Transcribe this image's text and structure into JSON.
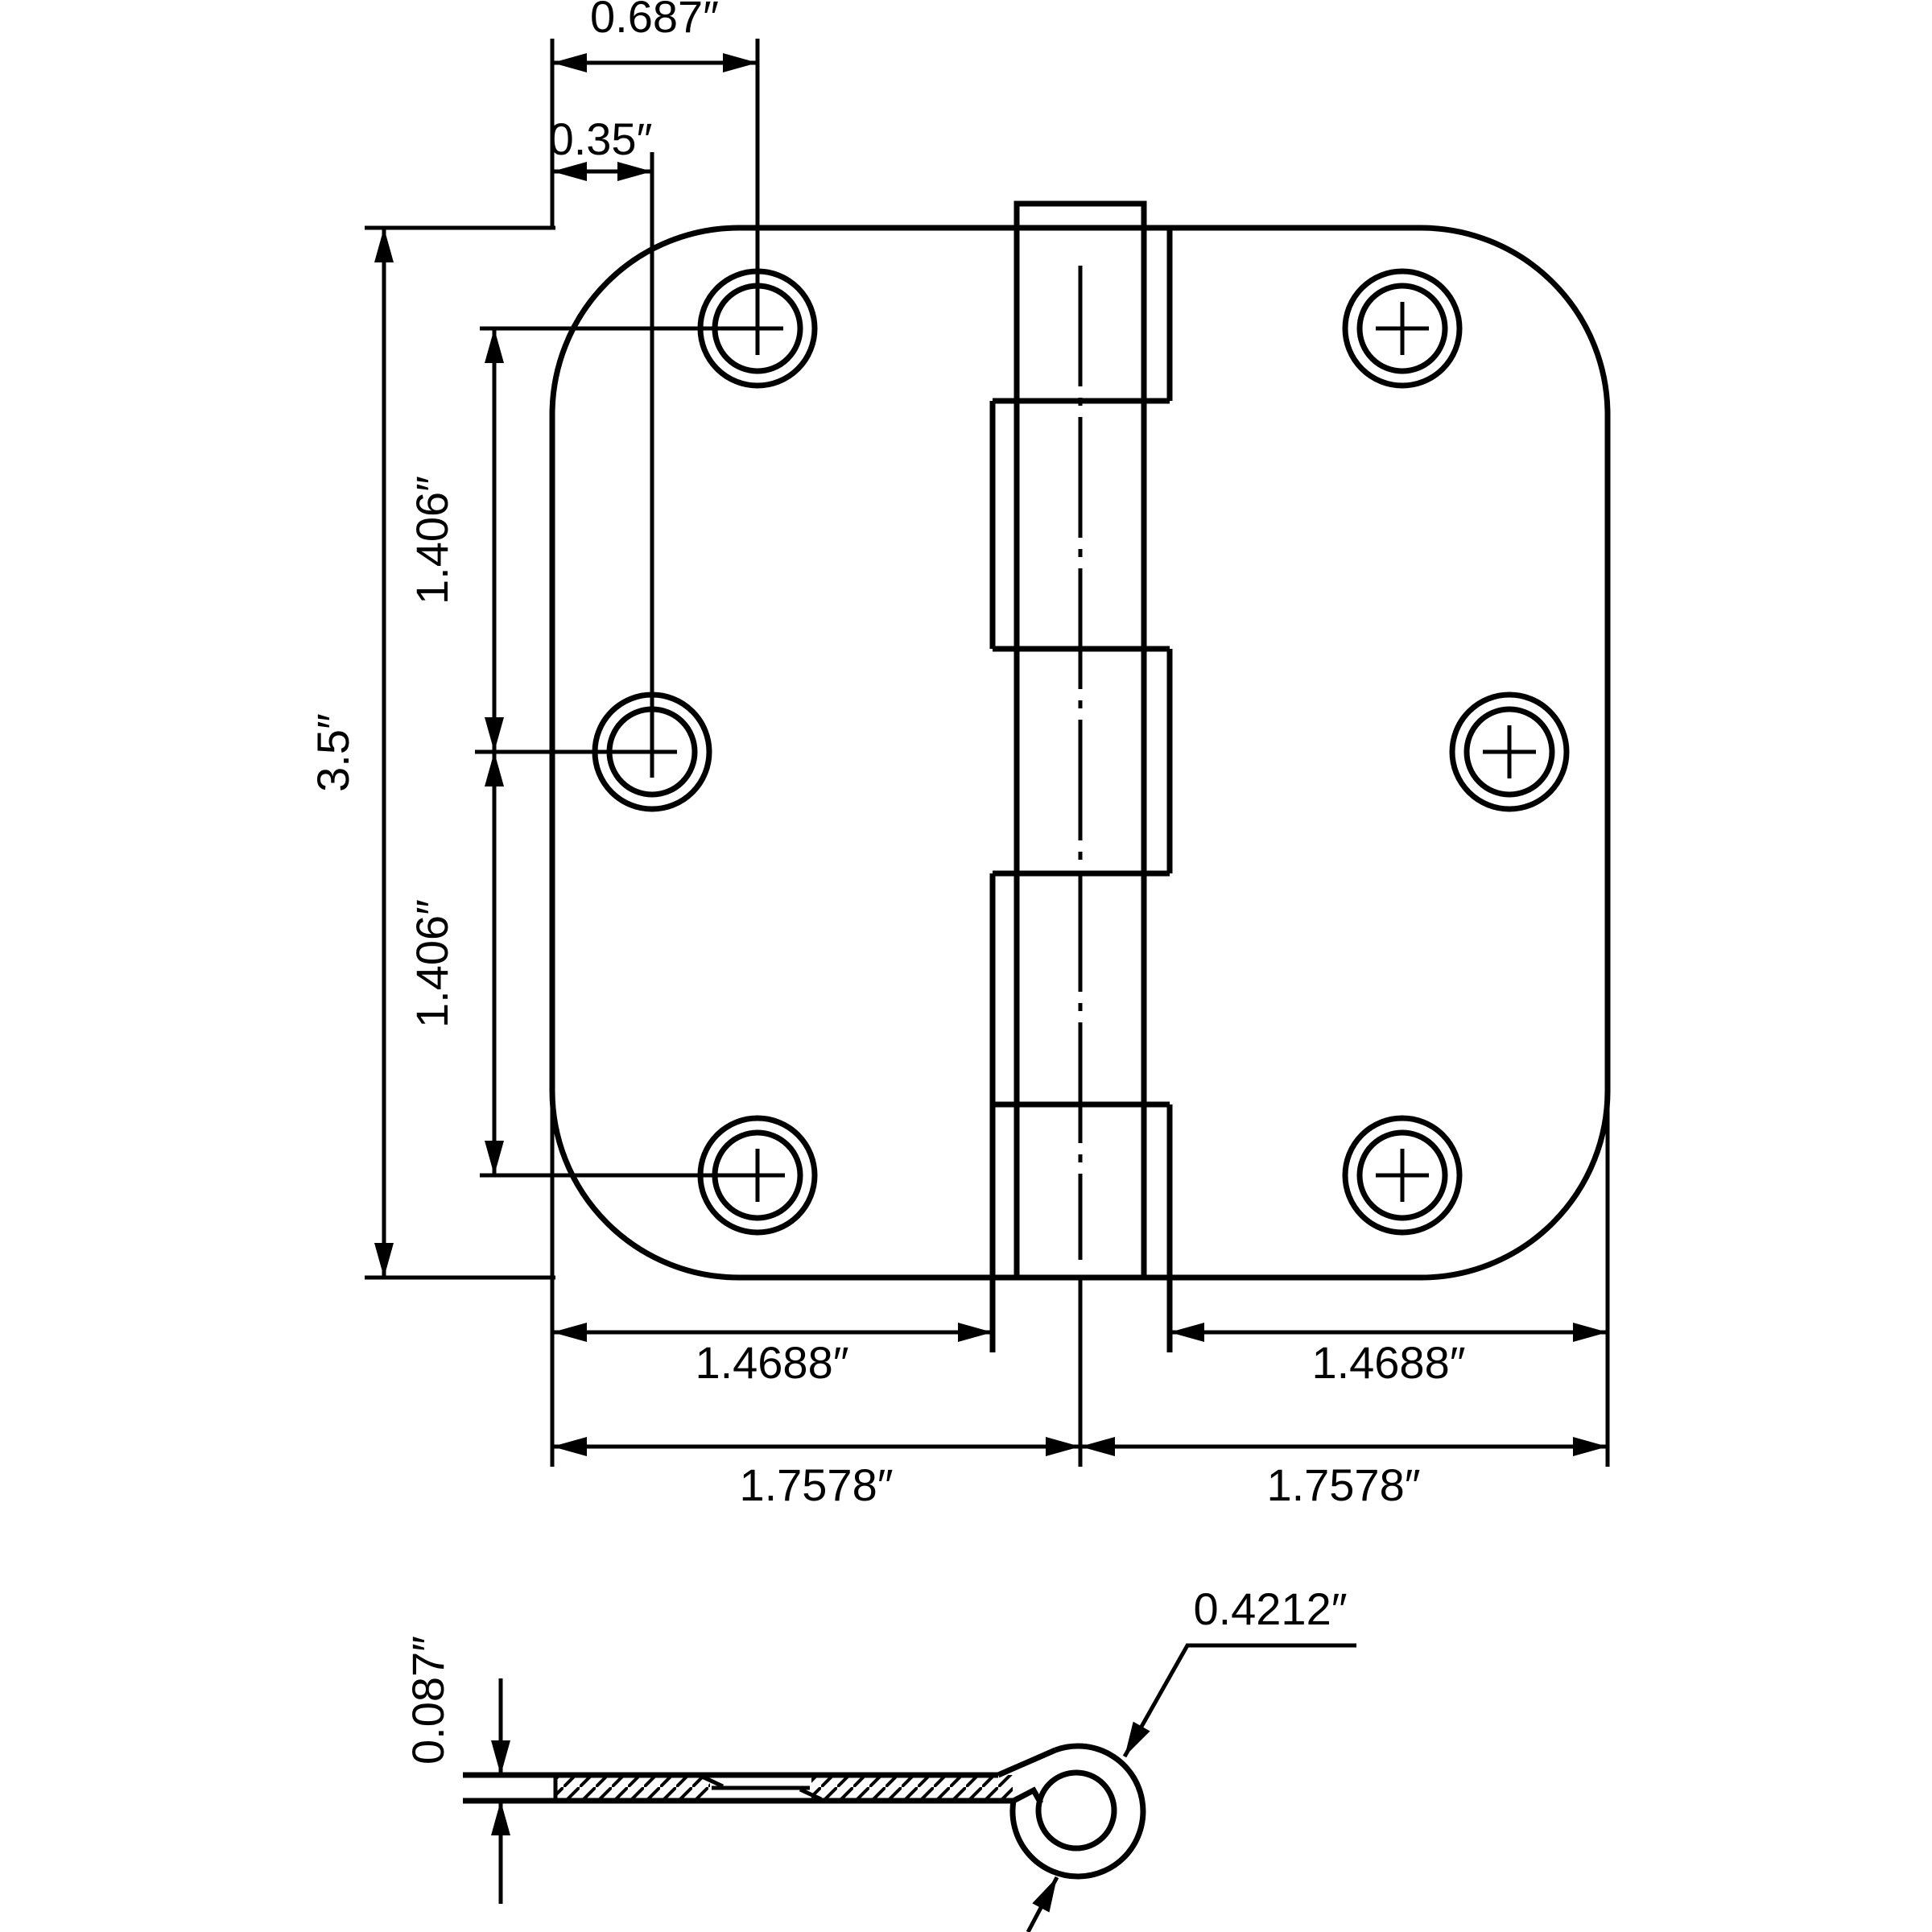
{
  "drawing": {
    "title": "door-hinge-dimensional-drawing",
    "colors": {
      "line": "#000000",
      "background": "#ffffff"
    },
    "views": {
      "plan": "hinge face view",
      "section": "leaf cross-section view"
    }
  },
  "dims": {
    "top_hole_offset": "0.687″",
    "mid_hole_offset": "0.35″",
    "leaf_height": "3.5″",
    "hole_pitch_upper": "1.406″",
    "hole_pitch_lower": "1.406″",
    "leaf_flat_left": "1.4688″",
    "leaf_flat_right": "1.4688″",
    "half_span_left": "1.7578″",
    "half_span_right": "1.7578″",
    "leaf_thickness": "0.087″",
    "knuckle_diameter": "0.4212″"
  }
}
